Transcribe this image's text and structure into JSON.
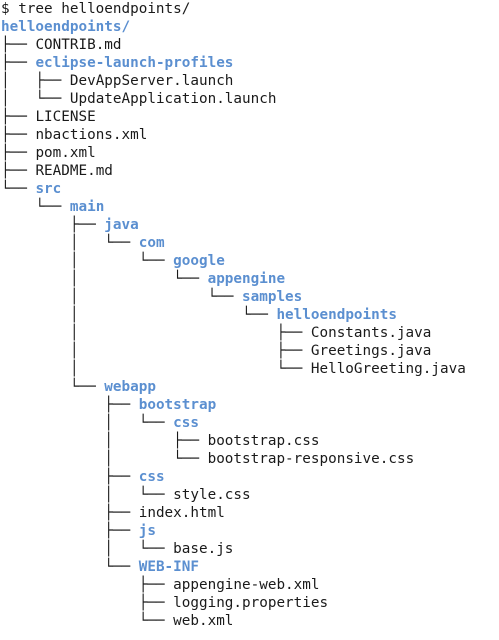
{
  "terminal": {
    "command": "$ tree helloendpoints/",
    "lines": [
      {
        "prefix": "",
        "name": "helloendpoints/",
        "type": "dir"
      },
      {
        "prefix": "├── ",
        "name": "CONTRIB.md",
        "type": "file"
      },
      {
        "prefix": "├── ",
        "name": "eclipse-launch-profiles",
        "type": "dir"
      },
      {
        "prefix": "│   ├── ",
        "name": "DevAppServer.launch",
        "type": "file"
      },
      {
        "prefix": "│   └── ",
        "name": "UpdateApplication.launch",
        "type": "file"
      },
      {
        "prefix": "├── ",
        "name": "LICENSE",
        "type": "file"
      },
      {
        "prefix": "├── ",
        "name": "nbactions.xml",
        "type": "file"
      },
      {
        "prefix": "├── ",
        "name": "pom.xml",
        "type": "file"
      },
      {
        "prefix": "├── ",
        "name": "README.md",
        "type": "file"
      },
      {
        "prefix": "└── ",
        "name": "src",
        "type": "dir"
      },
      {
        "prefix": "    └── ",
        "name": "main",
        "type": "dir"
      },
      {
        "prefix": "        ├── ",
        "name": "java",
        "type": "dir"
      },
      {
        "prefix": "        │   └── ",
        "name": "com",
        "type": "dir"
      },
      {
        "prefix": "        │       └── ",
        "name": "google",
        "type": "dir"
      },
      {
        "prefix": "        │           └── ",
        "name": "appengine",
        "type": "dir"
      },
      {
        "prefix": "        │               └── ",
        "name": "samples",
        "type": "dir"
      },
      {
        "prefix": "        │                   └── ",
        "name": "helloendpoints",
        "type": "dir"
      },
      {
        "prefix": "        │                       ├── ",
        "name": "Constants.java",
        "type": "file"
      },
      {
        "prefix": "        │                       ├── ",
        "name": "Greetings.java",
        "type": "file"
      },
      {
        "prefix": "        │                       └── ",
        "name": "HelloGreeting.java",
        "type": "file"
      },
      {
        "prefix": "        └── ",
        "name": "webapp",
        "type": "dir"
      },
      {
        "prefix": "            ├── ",
        "name": "bootstrap",
        "type": "dir"
      },
      {
        "prefix": "            │   └── ",
        "name": "css",
        "type": "dir"
      },
      {
        "prefix": "            │       ├── ",
        "name": "bootstrap.css",
        "type": "file"
      },
      {
        "prefix": "            │       └── ",
        "name": "bootstrap-responsive.css",
        "type": "file"
      },
      {
        "prefix": "            ├── ",
        "name": "css",
        "type": "dir"
      },
      {
        "prefix": "            │   └── ",
        "name": "style.css",
        "type": "file"
      },
      {
        "prefix": "            ├── ",
        "name": "index.html",
        "type": "file"
      },
      {
        "prefix": "            ├── ",
        "name": "js",
        "type": "dir"
      },
      {
        "prefix": "            │   └── ",
        "name": "base.js",
        "type": "file"
      },
      {
        "prefix": "            └── ",
        "name": "WEB-INF",
        "type": "dir"
      },
      {
        "prefix": "                ├── ",
        "name": "appengine-web.xml",
        "type": "file"
      },
      {
        "prefix": "                ├── ",
        "name": "logging.properties",
        "type": "file"
      },
      {
        "prefix": "                └── ",
        "name": "web.xml",
        "type": "file"
      }
    ]
  },
  "colors": {
    "directory": "#5b8fd0",
    "text": "#1a1a1a",
    "background": "#ffffff"
  }
}
